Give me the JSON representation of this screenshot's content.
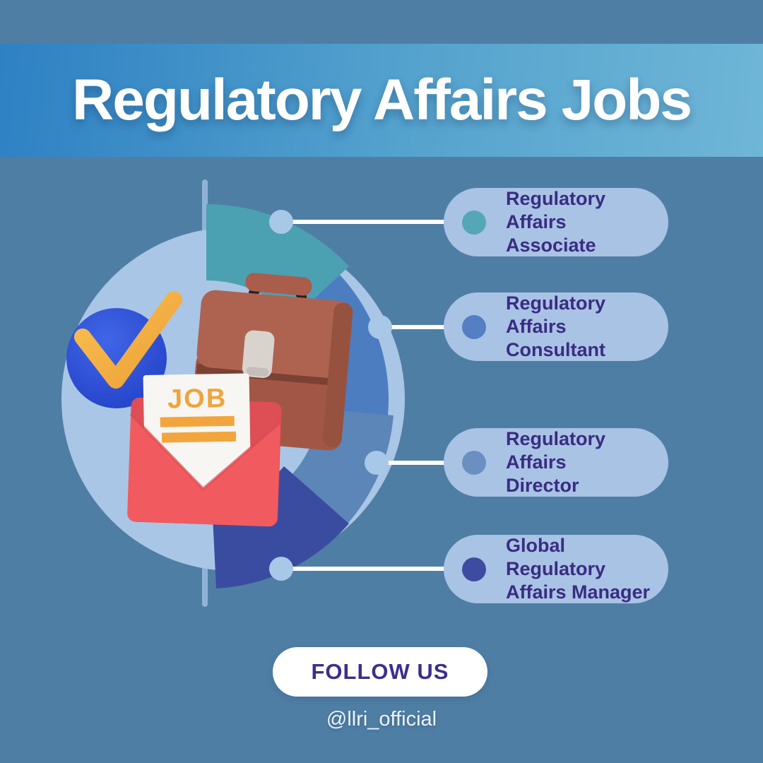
{
  "page": {
    "background_color": "#4F7EA4"
  },
  "banner": {
    "title": "Regulatory Affairs Jobs",
    "gradient_left": "#2E81C3",
    "gradient_right": "#6FB6D7"
  },
  "diagram": {
    "type": "half-donut-infographic",
    "inner_circle_color": "#A9C6E6",
    "axis_line_color": "#8FB3D6",
    "connector_dot_color": "#A8C8E8",
    "connector_line_color": "#FFFFFF",
    "segments": [
      {
        "label": "Regulatory Affairs Associate",
        "color": "#4BA0B2"
      },
      {
        "label": "Regulatory Affairs Consultant",
        "color": "#4C7DC1"
      },
      {
        "label": "Regulatory Affairs Director",
        "color": "#5C85B8"
      },
      {
        "label": "Global Regulatory Affairs Manager",
        "color": "#3A4C9F"
      }
    ]
  },
  "items": [
    {
      "line1": "Regulatory Affairs",
      "line2": "Associate",
      "dot_color": "#55A6B6"
    },
    {
      "line1": "Regulatory Affairs",
      "line2": "Consultant",
      "dot_color": "#567EC5"
    },
    {
      "line1": "Regulatory Affairs",
      "line2": "Director",
      "dot_color": "#6A8FC0"
    },
    {
      "line1": "Global Regulatory",
      "line2": "Affairs Manager",
      "dot_color": "#3D4CA0"
    }
  ],
  "icons": {
    "check_icon": "check-circle",
    "briefcase_icon": "briefcase",
    "envelope_icon": "job-offer-envelope",
    "envelope_label": "JOB"
  },
  "footer": {
    "follow_button": "FOLLOW US",
    "handle": "@llri_official"
  },
  "text_colors": {
    "pill_text": "#392C84",
    "button_text": "#3D2E8C"
  }
}
